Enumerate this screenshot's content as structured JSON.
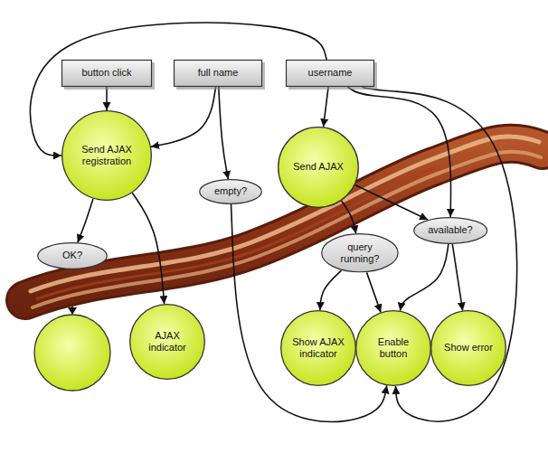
{
  "diagram": {
    "nodes": [
      {
        "text": [
          "button click"
        ]
      },
      {
        "text": [
          "full name"
        ]
      },
      {
        "text": [
          "username"
        ]
      },
      {
        "text": [
          "Send AJAX registration"
        ]
      },
      {
        "text": [
          "empty?"
        ]
      },
      {
        "text": [
          "Send AJAX"
        ]
      },
      {
        "text": [
          "OK?"
        ]
      },
      {
        "text": [
          "AJAX indicator"
        ]
      },
      {
        "text": [
          "query running?"
        ]
      },
      {
        "text": [
          "available?"
        ]
      },
      {
        "text": [
          "Show AJAX indicator"
        ]
      },
      {
        "text": [
          "Enable button"
        ]
      },
      {
        "text": [
          "Show error"
        ]
      }
    ],
    "edges": [
      {
        "from": 0,
        "to": 3,
        "arrow": "to"
      },
      {
        "from": 1,
        "to": 3,
        "arrow": "to"
      },
      {
        "from": 2,
        "to": 3,
        "arrow": "to"
      },
      {
        "from": 1,
        "to": 4,
        "arrow": "to"
      },
      {
        "from": 2,
        "to": 5,
        "arrow": "to"
      },
      {
        "from": 2,
        "to": 9,
        "arrow": "to"
      },
      {
        "from": 2,
        "to": 11,
        "arrow": "to"
      },
      {
        "from": 3,
        "to": 6,
        "arrow": "to"
      },
      {
        "from": 3,
        "to": 7,
        "arrow": "to"
      },
      {
        "from": 4,
        "to": 11,
        "arrow": "to"
      },
      {
        "from": 5,
        "to": 8,
        "arrow": "to"
      },
      {
        "from": 5,
        "to": 9,
        "arrow": "to"
      },
      {
        "from": 8,
        "to": 10,
        "arrow": "to"
      },
      {
        "from": 8,
        "to": 11,
        "arrow": "to"
      },
      {
        "from": 9,
        "to": 11,
        "arrow": "to"
      },
      {
        "from": 9,
        "to": 12,
        "arrow": "to"
      }
    ]
  }
}
